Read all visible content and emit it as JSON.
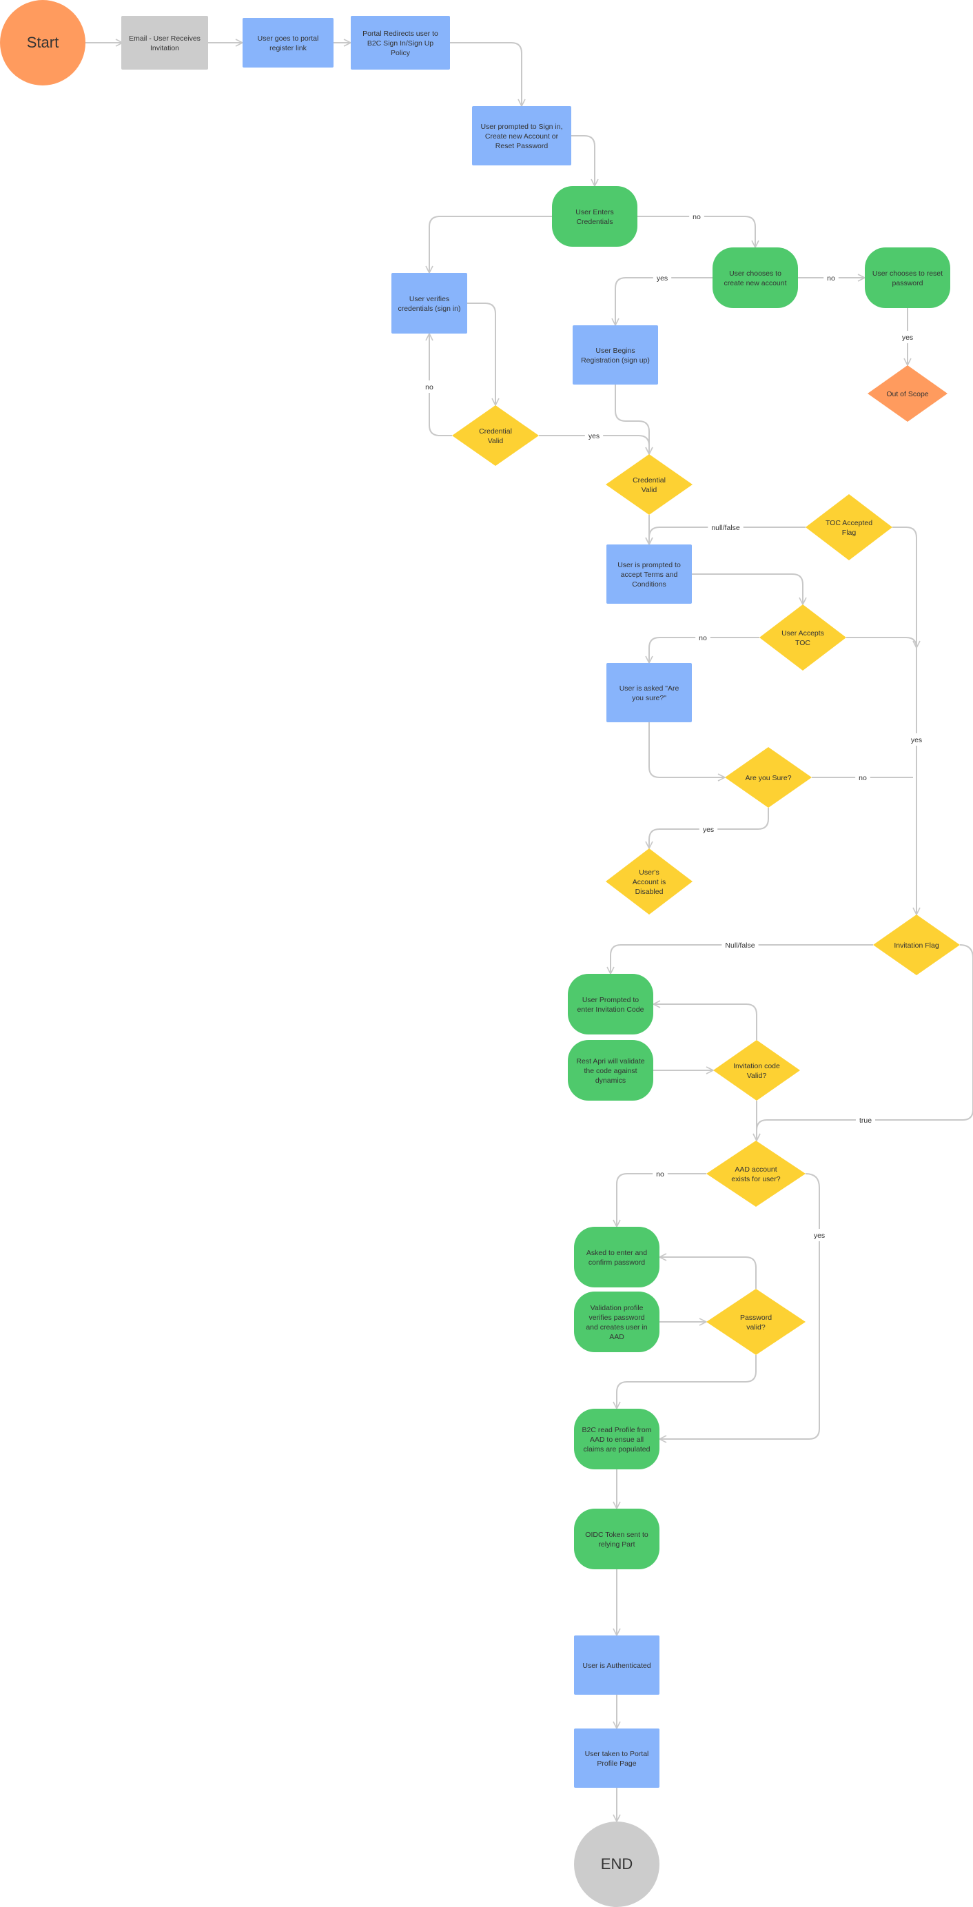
{
  "colors": {
    "start": "#ff9b5e",
    "end": "#cccccc",
    "grey": "#cccccc",
    "blue": "#88b4fb",
    "green": "#4fc96c",
    "yellow": "#fdd133",
    "orange": "#ff9b5e",
    "edge": "#c8c8c8",
    "text": "#333333"
  },
  "nodes": {
    "start": "Start",
    "email": "Email - User Receives Invitation",
    "portal_link": "User goes to portal register link",
    "portal_redirect": "Portal Redirects user to B2C Sign In/Sign Up Policy",
    "prompted": "User prompted to Sign in, Create new Account or Reset Password",
    "enters_creds": "User Enters Credentials",
    "verifies_creds": "User verifies credentials (sign in)",
    "create_account": "User chooses to create new account",
    "reset_password": "User chooses to reset password",
    "out_of_scope": "Out of Scope",
    "begins_registration": "User Begins Registration (sign up)",
    "credential_valid_1": "Credential Valid",
    "credential_valid_2": "Credential Valid",
    "toc_flag": "TOC Accepted Flag",
    "accept_terms": "User is prompted to accept Terms and Conditions",
    "user_accepts_toc": "User Accepts TOC",
    "are_you_sure_prompt": "User is asked \"Are you sure?\"",
    "are_you_sure": "Are you Sure?",
    "account_disabled": "User's Account is Disabled",
    "invitation_flag": "Invitation Flag",
    "enter_invitation_code": "User Prompted to enter Invitation Code",
    "rest_api_validate": "Rest Apri will validate the code against dynamics",
    "invitation_code_valid": "Invitation code Valid?",
    "aad_exists": "AAD account exists for user?",
    "enter_confirm_password": "Asked to enter and confirm password",
    "validation_profile": "Validation profile verifies password and creates user in AAD",
    "password_valid": "Password valid?",
    "read_profile": "B2C read Profile from AAD to ensue all claims are populated",
    "oidc_token": "OIDC Token sent to relying Part",
    "authenticated": "User is Authenticated",
    "profile_page": "User taken to Portal Profile Page",
    "end": "END"
  },
  "edge_labels": {
    "no_create": "no",
    "no_reset": "no",
    "yes_register": "yes",
    "yes_out_of_scope": "yes",
    "no_reverify": "no",
    "yes_cred_valid": "yes",
    "null_false_toc": "null/false",
    "no_toc": "no",
    "yes_toc_to_invitation": "yes",
    "no_sure": "no",
    "yes_sure": "yes",
    "null_false_invitation": "Null/false",
    "true_invitation": "true",
    "no_aad": "no",
    "yes_aad": "yes"
  }
}
